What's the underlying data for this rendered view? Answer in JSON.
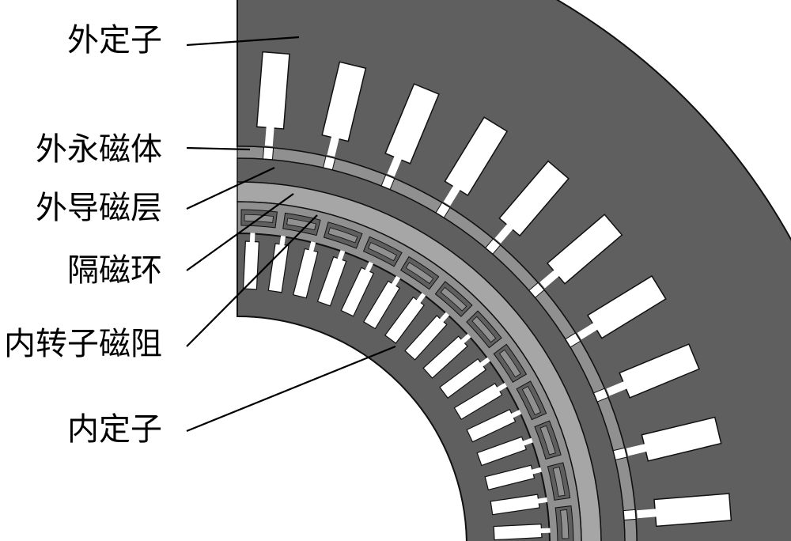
{
  "labels": {
    "outer_stator": "外定子",
    "outer_magnet": "外永磁体",
    "outer_flux_layer": "外导磁层",
    "isolation_ring": "隔磁环",
    "inner_rotor_reluctance": "内转子磁阻",
    "inner_stator": "内定子"
  },
  "colors": {
    "steel": "#5f5f5f",
    "magnet": "#909090",
    "ring": "#a6a6a6",
    "outline": "#111111",
    "background": "#ffffff"
  }
}
